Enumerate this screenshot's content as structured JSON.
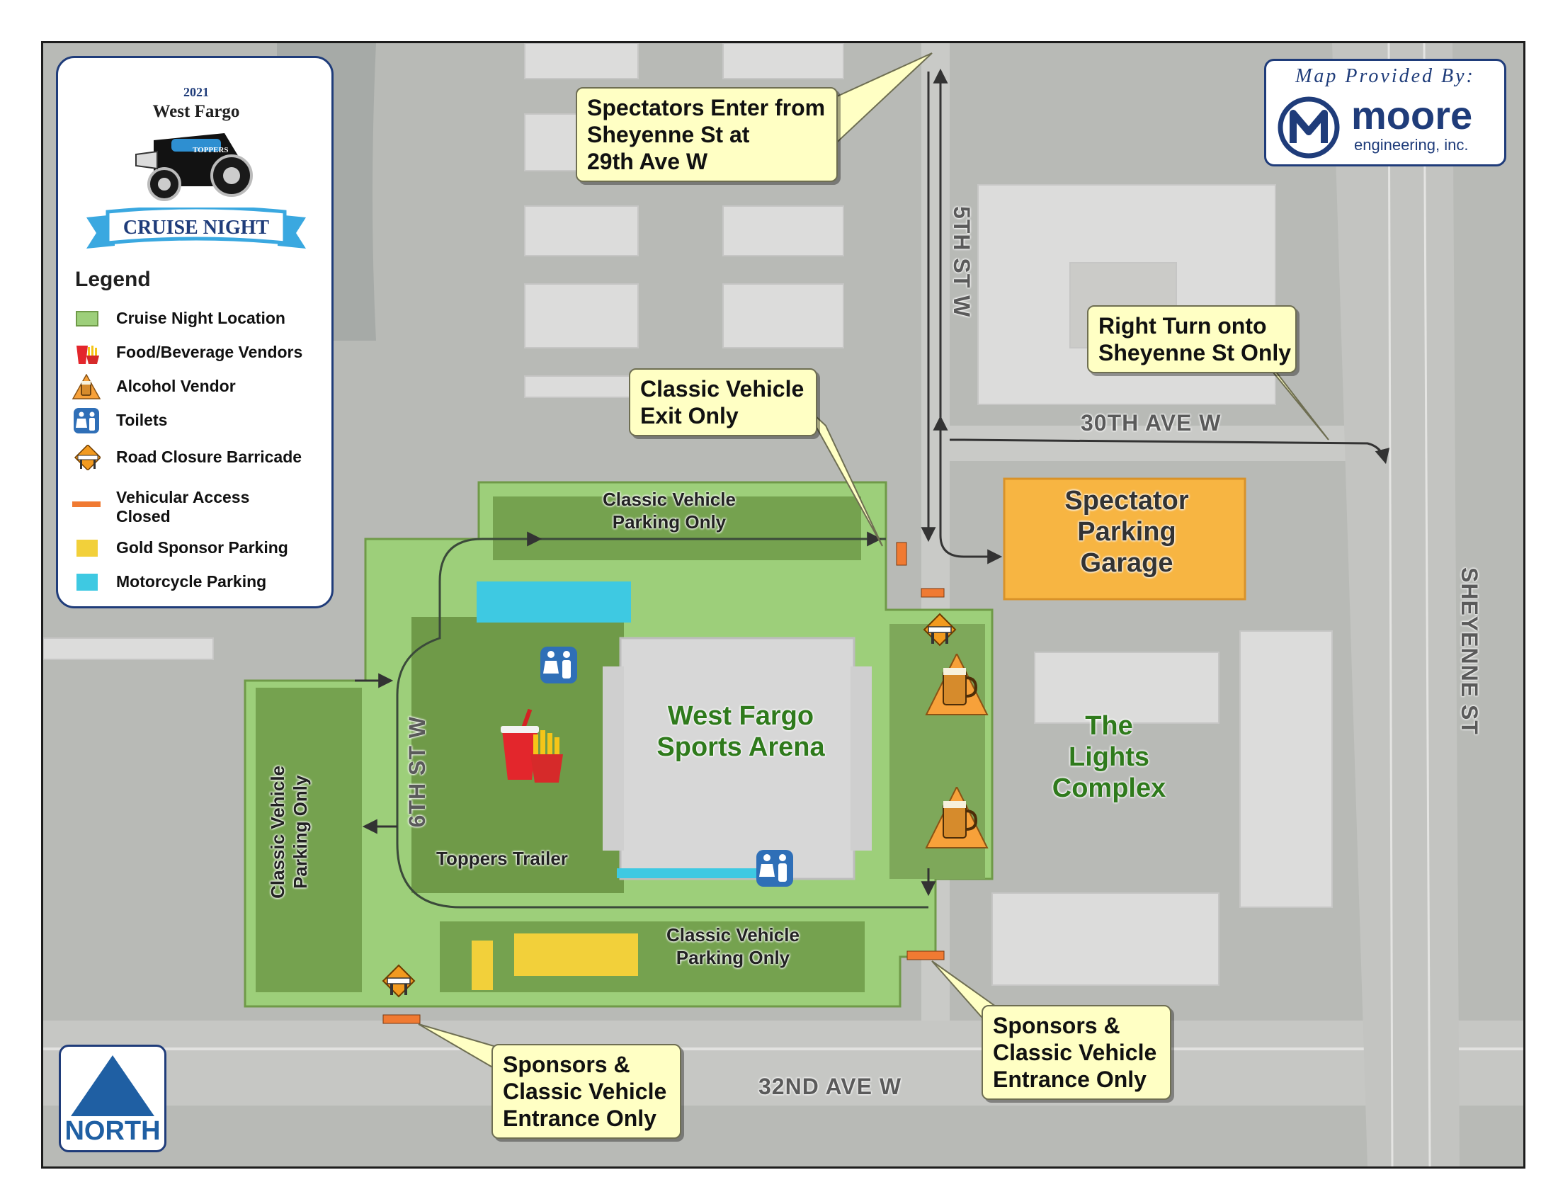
{
  "map": {
    "legend": {
      "logo": {
        "year": "2021",
        "city": "West Fargo",
        "club": "TOPPERS",
        "event": "CRUISE NIGHT"
      },
      "title": "Legend",
      "items": [
        {
          "label": "Cruise Night Location",
          "symbol": "green-area-swatch"
        },
        {
          "label": "Food/Beverage Vendors",
          "symbol": "drink-fries-icon"
        },
        {
          "label": "Alcohol Vendor",
          "symbol": "beer-mug-icon"
        },
        {
          "label": "Toilets",
          "symbol": "restroom-icon"
        },
        {
          "label": "Road Closure Barricade",
          "symbol": "barricade-icon"
        },
        {
          "label_line1": "Vehicular Access",
          "label_line2": "Closed",
          "symbol": "orange-line"
        },
        {
          "label": "Gold Sponsor Parking",
          "symbol": "gold-swatch"
        },
        {
          "label": "Motorcycle Parking",
          "symbol": "cyan-swatch"
        }
      ]
    },
    "brand": {
      "provided_by": "Map Provided By:",
      "company": "moore",
      "company_sub": "engineering, inc."
    },
    "north_arrow": {
      "label": "NORTH"
    },
    "streets": {
      "fifth": "5TH ST W",
      "sixth": "6TH ST W",
      "thirtieth": "30TH AVE W",
      "thirtysecond": "32ND AVE W",
      "sheyenne": "SHEYENNE ST"
    },
    "places": {
      "arena_l1": "West Fargo",
      "arena_l2": "Sports Arena",
      "lights_l1": "The",
      "lights_l2": "Lights",
      "lights_l3": "Complex",
      "garage_l1": "Spectator",
      "garage_l2": "Parking",
      "garage_l3": "Garage",
      "trailer": "Toppers Trailer",
      "parking_north_l1": "Classic Vehicle",
      "parking_north_l2": "Parking Only",
      "parking_south_l1": "Classic Vehicle",
      "parking_south_l2": "Parking Only",
      "parking_west_l1": "Classic Vehicle",
      "parking_west_l2": "Parking Only"
    },
    "callouts": {
      "spectators": [
        "Spectators Enter from",
        "Sheyenne St at",
        "29th Ave W"
      ],
      "exit": [
        "Classic Vehicle",
        "Exit Only"
      ],
      "right_turn": [
        "Right Turn onto",
        "Sheyenne St Only"
      ],
      "entrance_sw": [
        "Sponsors &",
        "Classic Vehicle",
        "Entrance Only"
      ],
      "entrance_se": [
        "Sponsors &",
        "Classic Vehicle",
        "Entrance Only"
      ]
    },
    "colors": {
      "event_area": "#9dcf7a",
      "grass": "#6f9a48",
      "gold_sponsor": "#f2d03a",
      "motorcycle": "#3ec9e2",
      "garage": "#f7b542",
      "closure": "#f07a32",
      "callout_bg": "#ffffc4",
      "brand_blue": "#1f3c7a"
    }
  }
}
